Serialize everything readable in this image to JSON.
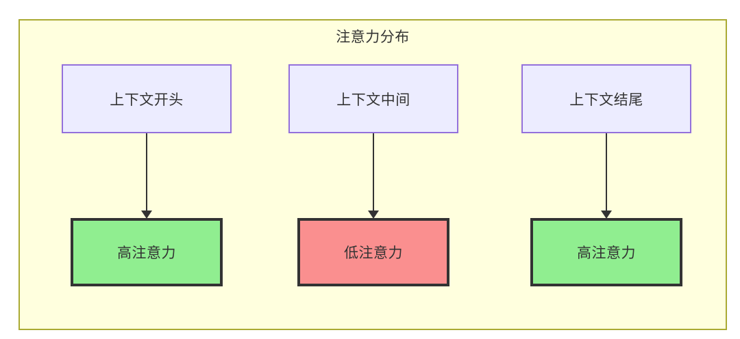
{
  "diagram": {
    "title": "注意力分布",
    "container": {
      "name": "attention-distribution-group",
      "fill": "#ffffde",
      "border": "#aaaa33"
    },
    "context_nodes": [
      {
        "id": "context-start",
        "label": "上下文开头",
        "fill": "#ececff",
        "border": "#9370db"
      },
      {
        "id": "context-middle",
        "label": "上下文中间",
        "fill": "#ececff",
        "border": "#9370db"
      },
      {
        "id": "context-end",
        "label": "上下文结尾",
        "fill": "#ececff",
        "border": "#9370db"
      }
    ],
    "attention_nodes": [
      {
        "id": "attention-high-start",
        "label": "高注意力",
        "level": "high",
        "fill": "#90ee90",
        "border": "#333333"
      },
      {
        "id": "attention-low-middle",
        "label": "低注意力",
        "level": "low",
        "fill": "#fa8f8f",
        "border": "#333333"
      },
      {
        "id": "attention-high-end",
        "label": "高注意力",
        "level": "high",
        "fill": "#90ee90",
        "border": "#333333"
      }
    ],
    "edges": [
      {
        "from": "context-start",
        "to": "attention-high-start",
        "style": "arrow"
      },
      {
        "from": "context-middle",
        "to": "attention-low-middle",
        "style": "arrow"
      },
      {
        "from": "context-end",
        "to": "attention-high-end",
        "style": "arrow"
      }
    ],
    "edge_color": "#333333"
  }
}
